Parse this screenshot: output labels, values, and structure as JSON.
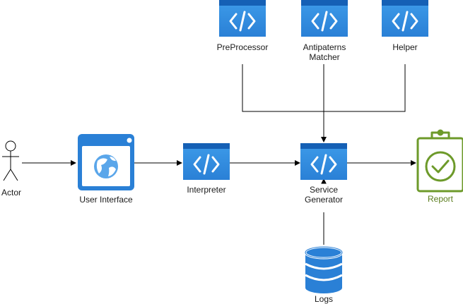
{
  "nodes": {
    "actor": {
      "label": "Actor",
      "icon": "person-icon"
    },
    "user_interface": {
      "label": "User Interface",
      "icon": "browser-globe-icon"
    },
    "interpreter": {
      "label": "Interpreter",
      "icon": "code-icon"
    },
    "preprocessor": {
      "label": "PreProcessor",
      "icon": "code-icon"
    },
    "antipaterns_matcher": {
      "label": "Antipaterns\nMatcher",
      "icon": "code-icon"
    },
    "helper": {
      "label": "Helper",
      "icon": "code-icon"
    },
    "service_generator": {
      "label": "Service\nGenerator",
      "icon": "code-icon"
    },
    "report": {
      "label": "Report",
      "icon": "clipboard-check-icon"
    },
    "logs": {
      "label": "Logs",
      "icon": "database-icon"
    }
  },
  "edges": [
    {
      "from": "actor",
      "to": "user_interface"
    },
    {
      "from": "user_interface",
      "to": "interpreter"
    },
    {
      "from": "interpreter",
      "to": "service_generator"
    },
    {
      "from": "preprocessor",
      "to": "service_generator"
    },
    {
      "from": "antipaterns_matcher",
      "to": "service_generator"
    },
    {
      "from": "helper",
      "to": "service_generator"
    },
    {
      "from": "service_generator",
      "to": "report"
    },
    {
      "from": "logs",
      "to": "service_generator"
    }
  ],
  "colors": {
    "azure_blue": "#2d8fe0",
    "azure_blue_dark": "#1a6fc1",
    "report_green": "#6d9a2a",
    "edge": "#000000"
  }
}
